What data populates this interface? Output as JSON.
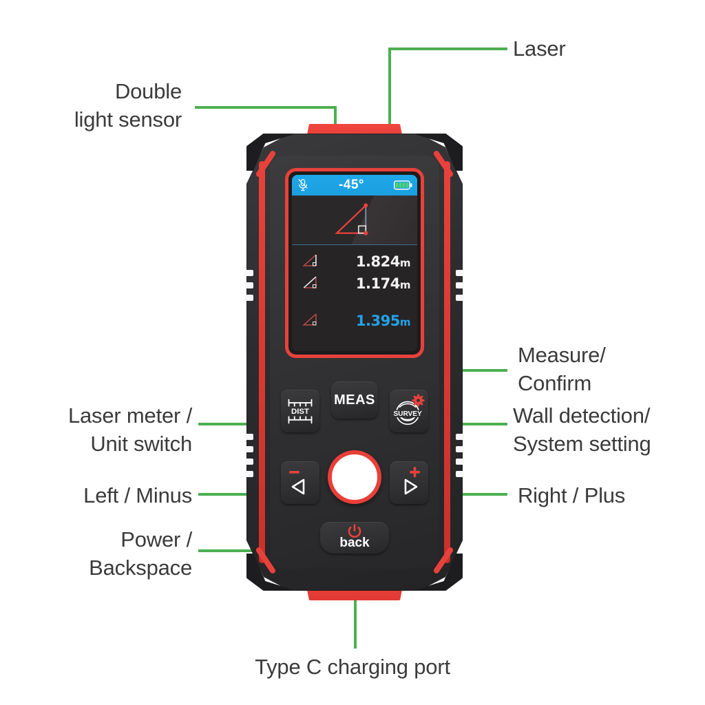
{
  "diagram": {
    "title": "Laser distance meter annotated parts diagram",
    "accent_green": "#4CAF50",
    "label_color": "#3b3b3b",
    "device_red": "#e8413b"
  },
  "callouts": {
    "laser": "Laser",
    "double_light_sensor": "Double\nlight sensor",
    "measure_confirm": "Measure/\nConfirm",
    "wall_detection": "Wall detection/\nSystem setting",
    "laser_meter_unit": "Laser meter /\nUnit switch",
    "left_minus": "Left / Minus",
    "right_plus": "Right / Plus",
    "power_backspace": "Power /\nBackspace",
    "type_c": "Type C charging port"
  },
  "device": {
    "buttons": {
      "dist": "DIST",
      "meas": "MEAS",
      "survey": "SURVEY",
      "back": "back",
      "left_glyph": "left-triangle",
      "right_glyph": "right-triangle",
      "minus_glyph": "minus",
      "plus_glyph": "plus",
      "power_glyph": "power"
    },
    "screen": {
      "status": {
        "angle": "-45°",
        "sensor_icon": "mic-muted-icon",
        "battery_icon": "battery-full-icon",
        "bar_color": "#1fa8e8"
      },
      "readouts": [
        {
          "icon": "right-triangle-hypotenuse-icon",
          "value": "1.824",
          "unit": "m",
          "highlight": false
        },
        {
          "icon": "right-triangle-side-icon",
          "value": "1.174",
          "unit": "m",
          "highlight": false
        },
        {
          "icon": "right-triangle-base-icon",
          "value": "1.395",
          "unit": "m",
          "highlight": true
        }
      ]
    }
  }
}
